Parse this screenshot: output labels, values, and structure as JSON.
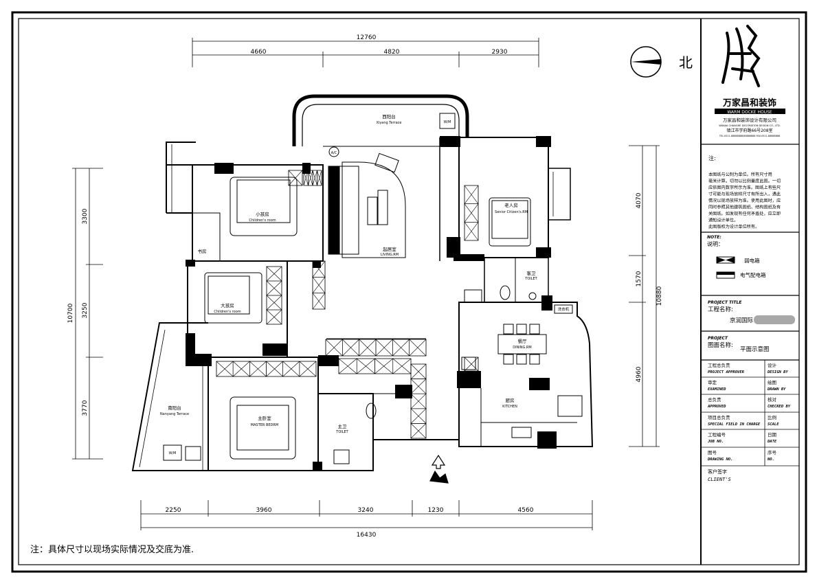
{
  "north_label": "北",
  "bottom_note": "注：具体尺寸以现场实际情况及交底为准.",
  "dimensions": {
    "top_total": "12760",
    "top_segments": [
      "4660",
      "4820",
      "2930"
    ],
    "bottom_total": "16430",
    "bottom_segments": [
      "2250",
      "3960",
      "3240",
      "1230",
      "4560"
    ],
    "left_total": "10700",
    "left_segments": [
      "3300",
      "3250",
      "3770"
    ],
    "right_total": "10880",
    "right_segments": [
      "4070",
      "1570",
      "4960"
    ]
  },
  "rooms": {
    "west_terrace": {
      "cn": "西阳台",
      "en": "Xiyang Terrace"
    },
    "childrens_room_small": {
      "cn": "小孩房",
      "en": "Children's room"
    },
    "childrens_room_large": {
      "cn": "大孩房",
      "en": "Children's room"
    },
    "study": {
      "cn": "书房"
    },
    "living_room": {
      "cn": "起居室",
      "en": "LIVING.RM"
    },
    "senior_room": {
      "cn": "老人房",
      "en": "Senior Citizen's.RM"
    },
    "guest_toilet": {
      "cn": "客卫",
      "en": "TOILET"
    },
    "dining_room": {
      "cn": "餐厅",
      "en": "DINING.RM"
    },
    "kitchen": {
      "cn": "厨房",
      "en": "KITCHEN"
    },
    "laundry": {
      "cn": "洗衣机"
    },
    "south_terrace": {
      "cn": "南阳台",
      "en": "Nanyang Terrace"
    },
    "master_bedroom": {
      "cn": "主卧室",
      "en": "MASTER BEDRM"
    },
    "master_toilet": {
      "cn": "主卫",
      "en": "TOILET"
    },
    "ac_label": "A/C",
    "wm_label": "W/M"
  },
  "title_block": {
    "company_brand": "万家昌和装饰",
    "company_brand_en": "WARM DOCKE HOUSE",
    "company_full": "万家昌和装饰设计有限公司",
    "company_en_line": "WANJIA CHANGHE DECORATION DESIGN CO., LTD.",
    "company_address": "镇江市学府路66号208室",
    "company_tel": "TEL:0511-88888888/88888888  FAX:0511-88888888",
    "notes_heading": "注:",
    "notes_body": [
      "本图纸与公制为单位。所有尺寸用",
      "毫米计算。切勿以比例量度此图。一切",
      "应依图内数字所示为准。图纸上有些尺",
      "寸可能与现场放样尺寸有所出入，遇此",
      "情况以现场放样为准。使用此图时，应",
      "同时参照其他建筑图纸、结构图纸及有",
      "关图纸。如发现有任何矛盾处，应立即",
      "通知设计单位。",
      "此图版权为设计单位所有。"
    ],
    "legend_note": "NOTE:",
    "legend_heading": "说明：",
    "legend_items": [
      "弱电箱",
      "电气配电箱"
    ],
    "project_title_en": "PROJECT TITLE",
    "project_title_cn": "工程名称:",
    "project_name": "京润国际",
    "project_label_en": "PROJECT",
    "drawing_name_label": "图面名称:",
    "drawing_name": "平面示意图",
    "rows": [
      {
        "l_cn": "工程总负责",
        "l_en": "PROJECT APPROVER",
        "r_cn": "设计",
        "r_en": "DESIGN BY"
      },
      {
        "l_cn": "审定",
        "l_en": "EXAMINED",
        "r_cn": "绘图",
        "r_en": "DRAWN BY"
      },
      {
        "l_cn": "总负责",
        "l_en": "APPROVED",
        "r_cn": "核对",
        "r_en": "CHECKED BY"
      },
      {
        "l_cn": "项目总负责",
        "l_en": "SPECIAL FIELD IN CHARGE",
        "r_cn": "比例",
        "r_en": "SCALE"
      },
      {
        "l_cn": "工程编号",
        "l_en": "JOB NO.",
        "r_cn": "日期",
        "r_en": "DATE"
      },
      {
        "l_cn": "图号",
        "l_en": "DRAWING NO.",
        "r_cn": "序号",
        "r_en": "NO."
      }
    ],
    "client_cn": "客户签字",
    "client_en": "CLIENT'S"
  },
  "colors": {
    "ink": "#000000",
    "paper": "#ffffff",
    "redact": "#a8a8a8"
  }
}
